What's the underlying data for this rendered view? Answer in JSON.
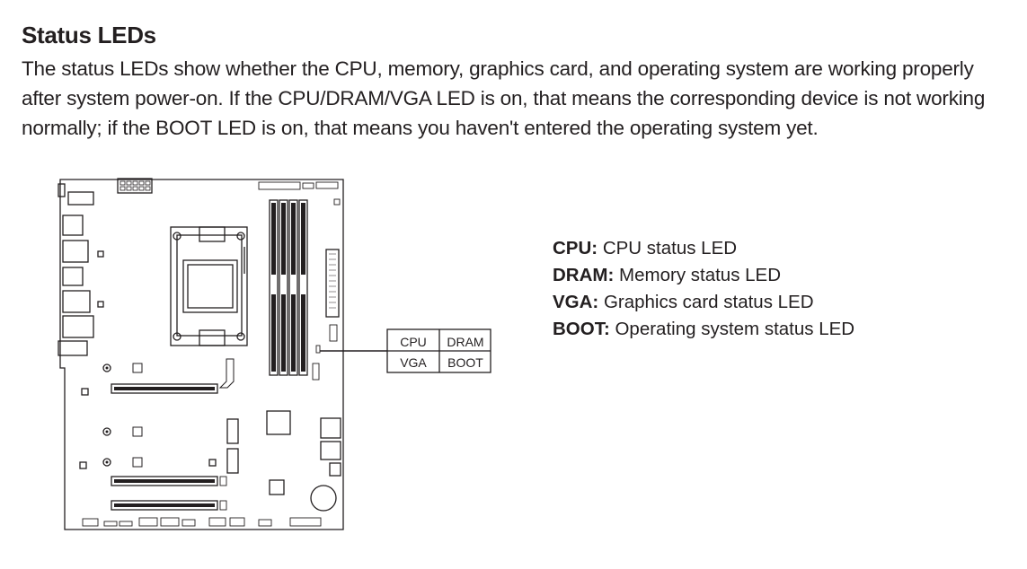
{
  "heading": "Status LEDs",
  "description": [
    "The status LEDs show whether the CPU, memory, graphics card, and operating system are working properly",
    "after system power-on. If the CPU/DRAM/VGA LED is on, that means the corresponding device is not working",
    "normally; if the BOOT LED is on, that means you haven't entered the operating system yet."
  ],
  "led_labels": {
    "cpu": "CPU",
    "dram": "DRAM",
    "vga": "VGA",
    "boot": "BOOT"
  },
  "legend": [
    {
      "term": "CPU:",
      "desc": "CPU status LED"
    },
    {
      "term": "DRAM:",
      "desc": "Memory status LED"
    },
    {
      "term": "VGA:",
      "desc": "Graphics card status LED"
    },
    {
      "term": "BOOT:",
      "desc": "Operating system status LED"
    }
  ]
}
